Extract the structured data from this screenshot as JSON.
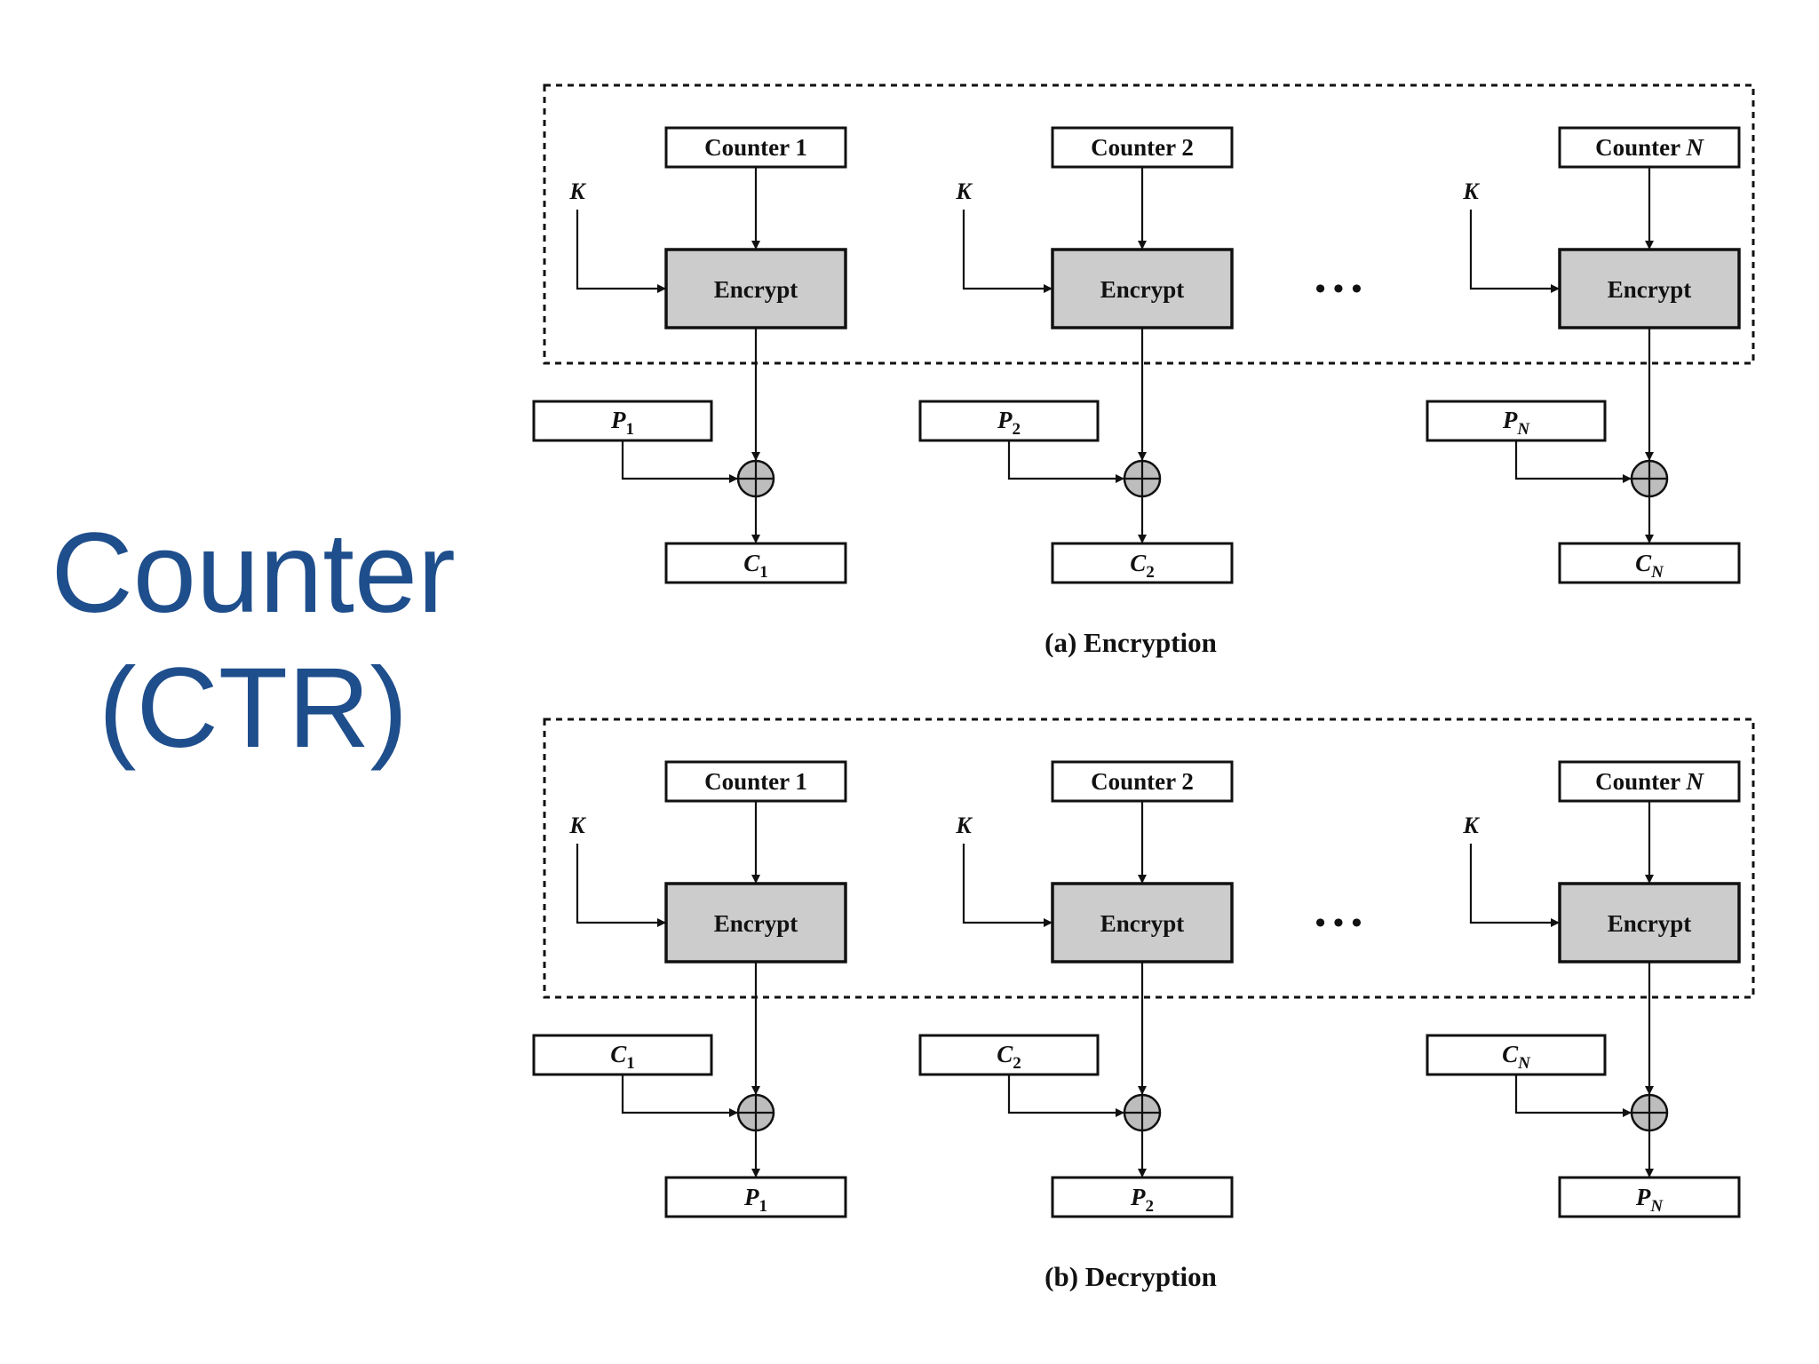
{
  "title": {
    "line1": "Counter",
    "line2": "(CTR)"
  },
  "colors": {
    "title": "#1f4e8c",
    "encrypt_fill": "#cccccc",
    "stroke": "#111111"
  },
  "ellipsis": "• • •",
  "panels": [
    {
      "caption": "(a) Encryption",
      "columns": [
        {
          "counter": {
            "base": "Counter ",
            "var": "1"
          },
          "key": "K",
          "encrypt": "Encrypt",
          "input": {
            "base": "P",
            "sub": "1"
          },
          "output": {
            "base": "C",
            "sub": "1"
          }
        },
        {
          "counter": {
            "base": "Counter ",
            "var": "2"
          },
          "key": "K",
          "encrypt": "Encrypt",
          "input": {
            "base": "P",
            "sub": "2"
          },
          "output": {
            "base": "C",
            "sub": "2"
          }
        },
        {
          "counter": {
            "base": "Counter ",
            "var": "N"
          },
          "key": "K",
          "encrypt": "Encrypt",
          "input": {
            "base": "P",
            "sub": "N"
          },
          "output": {
            "base": "C",
            "sub": "N"
          }
        }
      ]
    },
    {
      "caption": "(b) Decryption",
      "columns": [
        {
          "counter": {
            "base": "Counter ",
            "var": "1"
          },
          "key": "K",
          "encrypt": "Encrypt",
          "input": {
            "base": "C",
            "sub": "1"
          },
          "output": {
            "base": "P",
            "sub": "1"
          }
        },
        {
          "counter": {
            "base": "Counter ",
            "var": "2"
          },
          "key": "K",
          "encrypt": "Encrypt",
          "input": {
            "base": "C",
            "sub": "2"
          },
          "output": {
            "base": "P",
            "sub": "2"
          }
        },
        {
          "counter": {
            "base": "Counter ",
            "var": "N"
          },
          "key": "K",
          "encrypt": "Encrypt",
          "input": {
            "base": "C",
            "sub": "N"
          },
          "output": {
            "base": "P",
            "sub": "N"
          }
        }
      ]
    }
  ]
}
